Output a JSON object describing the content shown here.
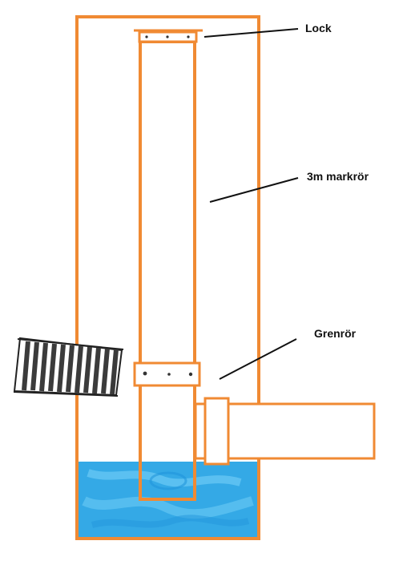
{
  "labels": {
    "lock": "Lock",
    "markror": "3m markrör",
    "grenror": "Grenrör"
  },
  "colors": {
    "pipe_outline": "#f08a33",
    "water": "#34a9e6",
    "water_light": "#6ccbf5",
    "grate": "#3b3b3b",
    "ink": "#111111",
    "background": "#ffffff"
  },
  "icons": [
    "lid-bolt-icon",
    "coupling-bolt-icon",
    "drain-grate-icon"
  ]
}
